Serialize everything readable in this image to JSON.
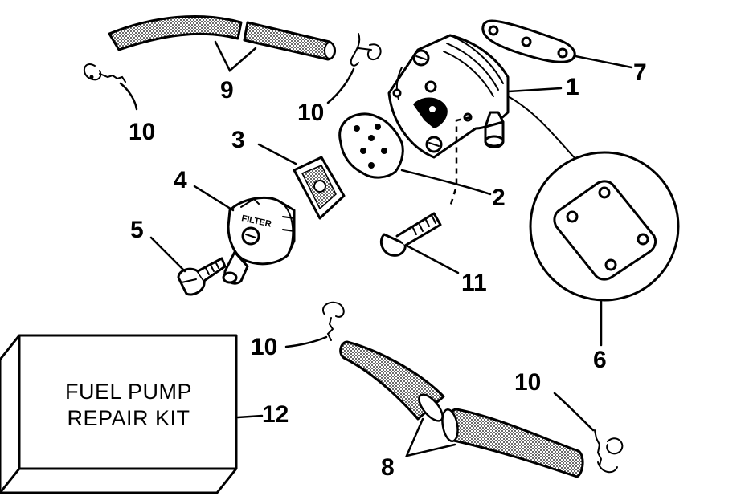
{
  "diagram": {
    "callouts": {
      "c1": "1",
      "c2": "2",
      "c3": "3",
      "c4": "4",
      "c5": "5",
      "c6": "6",
      "c7": "7",
      "c8": "8",
      "c9": "9",
      "c10a": "10",
      "c10b": "10",
      "c10c": "10",
      "c10d": "10",
      "c11": "11",
      "c12": "12"
    },
    "filter_cover_text": "FILTER",
    "repair_kit": {
      "line1": "FUEL PUMP",
      "line2": "REPAIR KIT"
    }
  }
}
